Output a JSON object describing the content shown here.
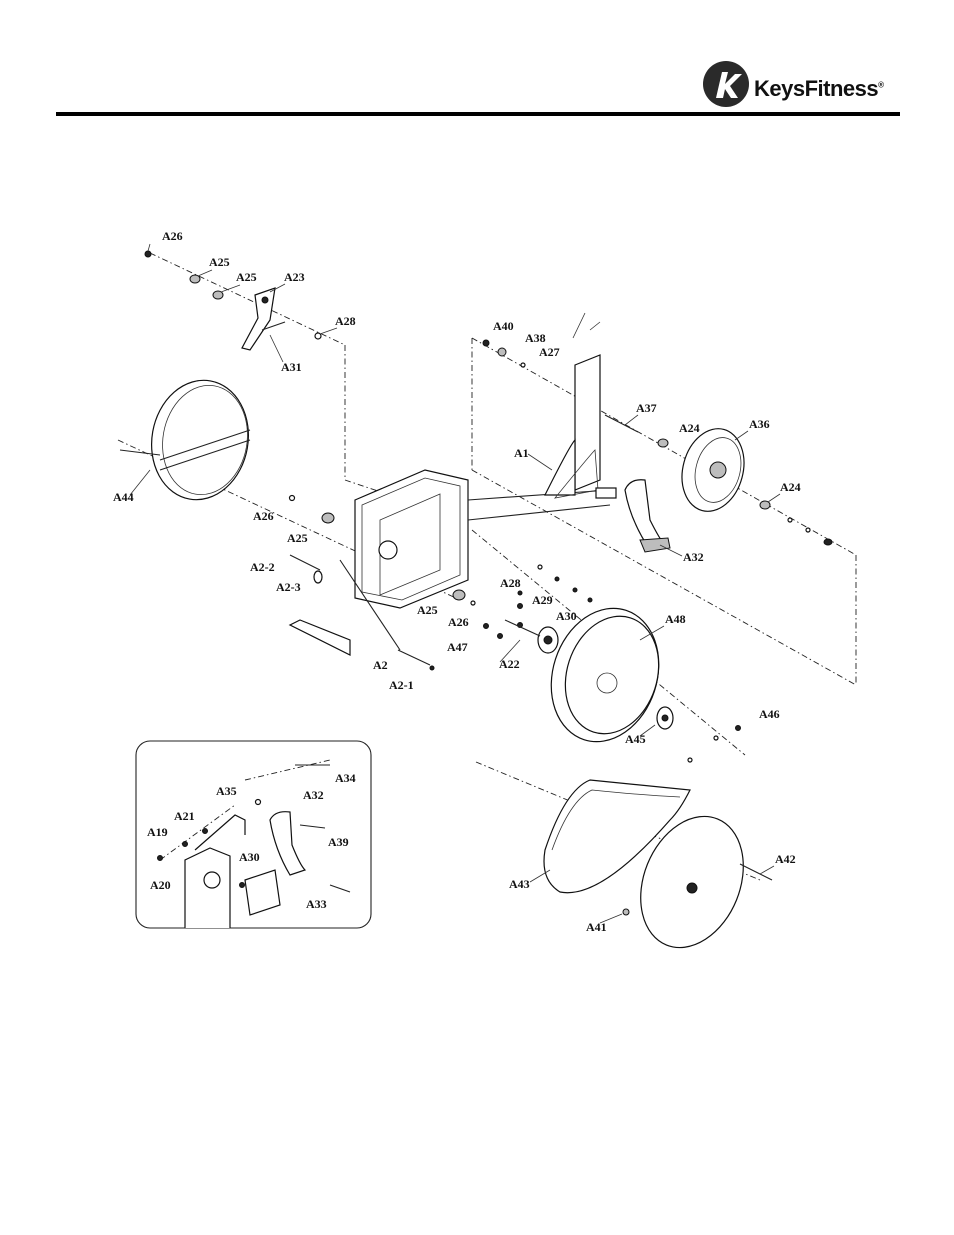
{
  "brand": {
    "name_part1": "Keys",
    "name_part2": "Fitness",
    "registered": "®",
    "logo_icon": "keys-fitness-logo-icon"
  },
  "diagram": {
    "labels": [
      {
        "id": "a26-top",
        "text": "A26"
      },
      {
        "id": "a25-top1",
        "text": "A25"
      },
      {
        "id": "a25-top2",
        "text": "A25"
      },
      {
        "id": "a23",
        "text": "A23"
      },
      {
        "id": "a28-top",
        "text": "A28"
      },
      {
        "id": "a31",
        "text": "A31"
      },
      {
        "id": "a40",
        "text": "A40"
      },
      {
        "id": "a38",
        "text": "A38"
      },
      {
        "id": "a27",
        "text": "A27"
      },
      {
        "id": "a37",
        "text": "A37"
      },
      {
        "id": "a24-top",
        "text": "A24"
      },
      {
        "id": "a36",
        "text": "A36"
      },
      {
        "id": "a1",
        "text": "A1"
      },
      {
        "id": "a24-right",
        "text": "A24"
      },
      {
        "id": "a44",
        "text": "A44"
      },
      {
        "id": "a26-mid",
        "text": "A26"
      },
      {
        "id": "a25-mid",
        "text": "A25"
      },
      {
        "id": "a32-top",
        "text": "A32"
      },
      {
        "id": "a2-2",
        "text": "A2-2"
      },
      {
        "id": "a2-3",
        "text": "A2-3"
      },
      {
        "id": "a28-mid",
        "text": "A28"
      },
      {
        "id": "a29",
        "text": "A29"
      },
      {
        "id": "a25-low",
        "text": "A25"
      },
      {
        "id": "a30-mid",
        "text": "A30"
      },
      {
        "id": "a26-low",
        "text": "A26"
      },
      {
        "id": "a48",
        "text": "A48"
      },
      {
        "id": "a47",
        "text": "A47"
      },
      {
        "id": "a22",
        "text": "A22"
      },
      {
        "id": "a2",
        "text": "A2"
      },
      {
        "id": "a2-1",
        "text": "A2-1"
      },
      {
        "id": "a46",
        "text": "A46"
      },
      {
        "id": "a45",
        "text": "A45"
      },
      {
        "id": "a34",
        "text": "A34"
      },
      {
        "id": "a35",
        "text": "A35"
      },
      {
        "id": "a32-inset",
        "text": "A32"
      },
      {
        "id": "a21",
        "text": "A21"
      },
      {
        "id": "a19",
        "text": "A19"
      },
      {
        "id": "a39",
        "text": "A39"
      },
      {
        "id": "a30-inset",
        "text": "A30"
      },
      {
        "id": "a20",
        "text": "A20"
      },
      {
        "id": "a33",
        "text": "A33"
      },
      {
        "id": "a42",
        "text": "A42"
      },
      {
        "id": "a43",
        "text": "A43"
      },
      {
        "id": "a41",
        "text": "A41"
      }
    ]
  }
}
